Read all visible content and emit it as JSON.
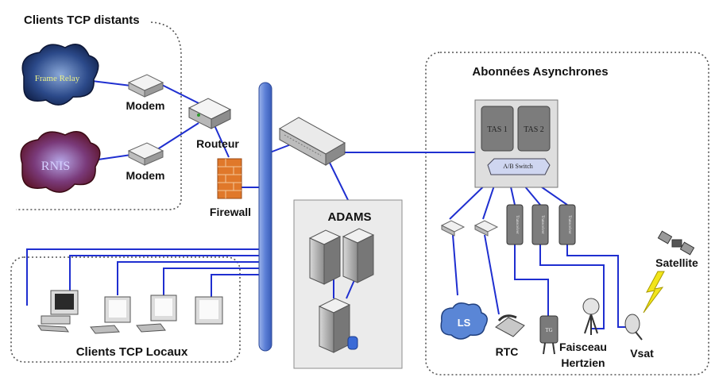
{
  "groups": {
    "remote": "Clients TCP distants",
    "local": "Clients TCP Locaux",
    "async": "Abonnées Asynchrones",
    "adams": "ADAMS"
  },
  "clouds": {
    "frame_relay": "Frame Relay",
    "rnis": "RNIS",
    "ls": "LS"
  },
  "devices": {
    "modem1": "Modem",
    "modem2": "Modem",
    "router": "Routeur",
    "firewall": "Firewall",
    "satellite": "Satellite",
    "rtc": "RTC",
    "faisceau_line1": "Faisceau",
    "faisceau_line2": "Hertzien",
    "vsat": "Vsat"
  },
  "equipment": {
    "tas1": "TAS 1",
    "tas2": "TAS 2",
    "ab_switch": "A/B Switch",
    "transceiver": "Transceiver",
    "tg": "TG"
  },
  "colors": {
    "link": "#1f2fd0",
    "backbone": "#5b7fd6",
    "firewall": "#e0782a",
    "lightning": "#f2e51a"
  }
}
